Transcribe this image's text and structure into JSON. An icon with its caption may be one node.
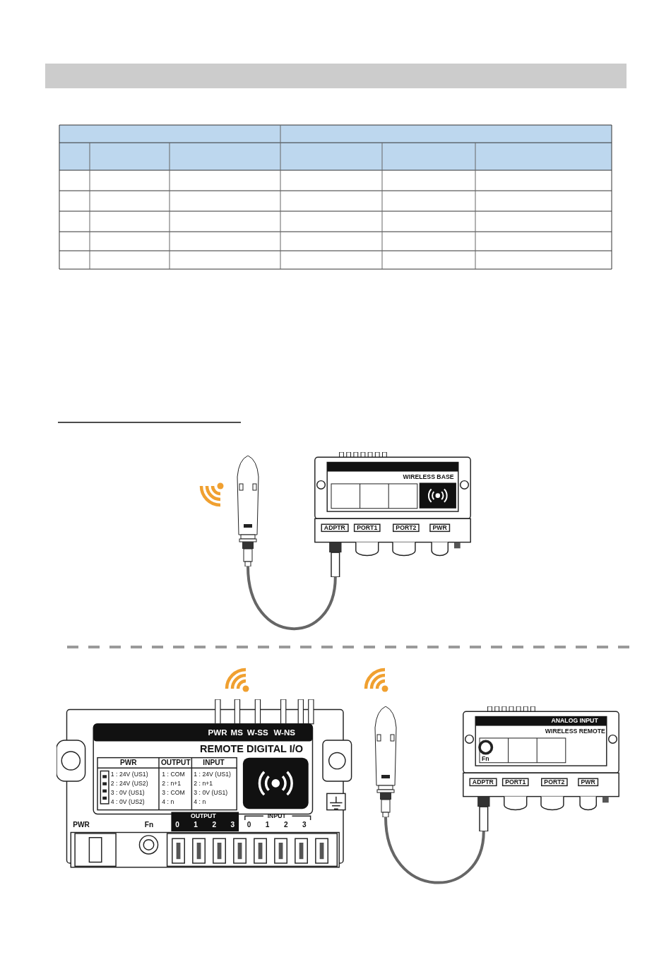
{
  "diagram": {
    "nodes": [
      {
        "text": [],
        "shape": "bar"
      },
      {
        "text": [],
        "shape": "picture"
      },
      {
        "text": [
          "WIRELESS BASE",
          "ADPTR",
          "PORT1",
          "PORT2",
          "PWR"
        ]
      },
      {
        "text": [
          "PWR",
          "MS",
          "W-SS",
          "W-NS",
          "REMOTE DIGITAL I/O",
          "PWR",
          "OUTPUT",
          "INPUT",
          "1 : 24V (US1)",
          "2 : 24V (US2)",
          "3 : 0V (US1)",
          "4 : 0V (US2)",
          "1 : COM",
          "2 : n+1",
          "3 : COM",
          "4 : n",
          "1 : 24V (US1)",
          "2 : n+1",
          "3 : 0V (US1)",
          "4 : n",
          "PWR",
          "Fn",
          "OUTPUT",
          "0",
          "1",
          "2",
          "3",
          "INPUT",
          "0",
          "1",
          "2",
          "3"
        ]
      },
      {
        "text": [],
        "shape": "picture"
      },
      {
        "text": [
          "ANALOG INPUT",
          "WIRELESS REMOTE",
          "Fn",
          "ADPTR",
          "PORT1",
          "PORT2",
          "PWR"
        ]
      }
    ],
    "edges": [
      {
        "from": 1,
        "to": 2,
        "arrow": "none"
      },
      {
        "from": 4,
        "to": 5,
        "arrow": "none"
      }
    ]
  }
}
